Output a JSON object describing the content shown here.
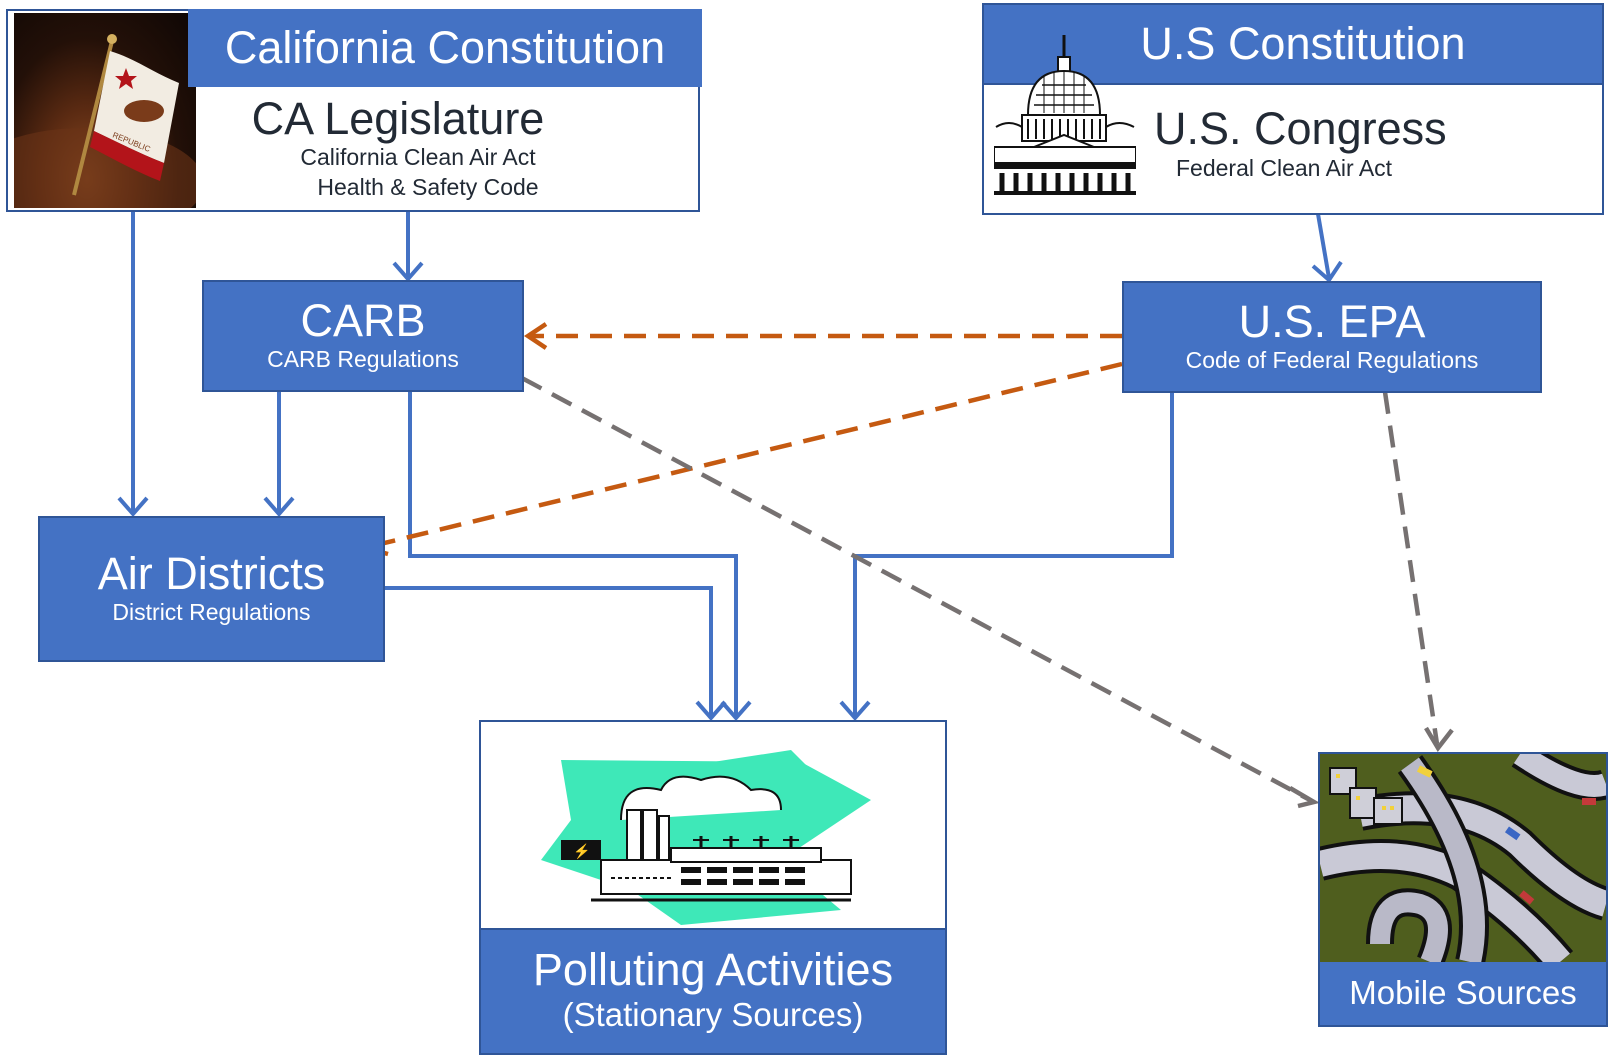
{
  "ca": {
    "header": "California Constitution",
    "legislature": "CA Legislature",
    "line1": "California Clean Air Act",
    "line2": "Health & Safety Code"
  },
  "us": {
    "header": "U.S Constitution",
    "congress": "U.S. Congress",
    "line1": "Federal Clean Air Act"
  },
  "carb": {
    "title": "CARB",
    "subtitle": "CARB Regulations"
  },
  "epa": {
    "title": "U.S. EPA",
    "subtitle": "Code of Federal Regulations"
  },
  "districts": {
    "title": "Air Districts",
    "subtitle": "District Regulations"
  },
  "polluting": {
    "title": "Polluting Activities",
    "subtitle": "(Stationary Sources)"
  },
  "mobile": {
    "title": "Mobile Sources"
  },
  "colors": {
    "box_blue": "#4472C4",
    "box_border": "#2F5597",
    "arrow_blue": "#4472C4",
    "arrow_orange": "#C55A11",
    "arrow_gray": "#767171"
  },
  "icons": [
    "california-flag-image",
    "capitol-dome-image",
    "factory-clipart",
    "highway-interchange-clipart"
  ]
}
